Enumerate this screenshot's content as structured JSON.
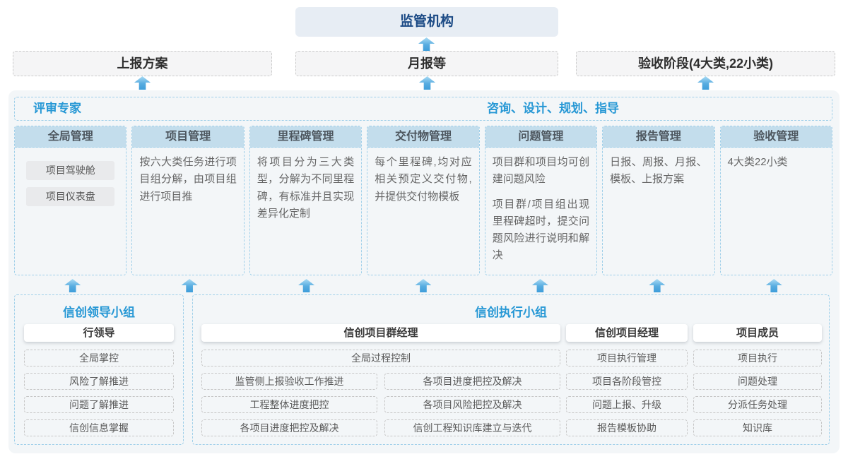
{
  "colors": {
    "accent_blue": "#2798d5",
    "navy_title": "#1b4a85",
    "column_header_fill": "#c3ddec",
    "panel_bg": "#f3f6f8",
    "arrow_blue": "#3d9dda",
    "dashed_blue_border": "#9fcfe9"
  },
  "top": {
    "regulator": "监管机构",
    "outputs": [
      {
        "label": "上报方案"
      },
      {
        "label": "月报等"
      },
      {
        "label": "验收阶段(4大类,22小类)"
      }
    ]
  },
  "platform": {
    "expert_title": "评审专家",
    "advisory_title": "咨询、设计、规划、指导",
    "columns": [
      {
        "header": "全局管理",
        "pills": [
          "项目驾驶舱",
          "项目仪表盘"
        ]
      },
      {
        "header": "项目管理",
        "paragraphs": [
          "按六大类任务进行项目组分解，由项目组进行项目推"
        ]
      },
      {
        "header": "里程碑管理",
        "paragraphs": [
          "将项目分为三大类型，分解为不同里程碑，有标准并且实现差异化定制"
        ]
      },
      {
        "header": "交付物管理",
        "paragraphs": [
          "每个里程碑,均对应相关预定义交付物,并提供交付物模板"
        ]
      },
      {
        "header": "问题管理",
        "paragraphs": [
          "项目群和项目均可创建问题风险",
          "项目群/项目组出现里程碑超时，提交问题风险进行说明和解决"
        ]
      },
      {
        "header": "报告管理",
        "paragraphs": [
          "日报、周报、月报、模板、上报方案"
        ]
      },
      {
        "header": "验收管理",
        "paragraphs": [
          "4大类22小类"
        ]
      }
    ]
  },
  "groups": {
    "leader": {
      "title": "信创领导小组",
      "role": "行领导",
      "items": [
        "全局掌控",
        "风险了解推进",
        "问题了解推进",
        "信创信息掌握"
      ]
    },
    "exec": {
      "title": "信创执行小组",
      "program_manager": {
        "role": "信创项目群经理",
        "span_item": "全局过程控制",
        "left_items": [
          "监管侧上报验收工作推进",
          "工程整体进度把控",
          "各项目进度把控及解决"
        ],
        "right_items": [
          "各项目进度把控及解决",
          "各项目风险把控及解决",
          "信创工程知识库建立与迭代"
        ]
      },
      "project_manager": {
        "role": "信创项目经理",
        "items": [
          "项目执行管理",
          "项目各阶段管控",
          "问题上报、升级",
          "报告模板协助"
        ]
      },
      "member": {
        "role": "项目成员",
        "items": [
          "项目执行",
          "问题处理",
          "分派任务处理",
          "知识库"
        ]
      }
    }
  }
}
